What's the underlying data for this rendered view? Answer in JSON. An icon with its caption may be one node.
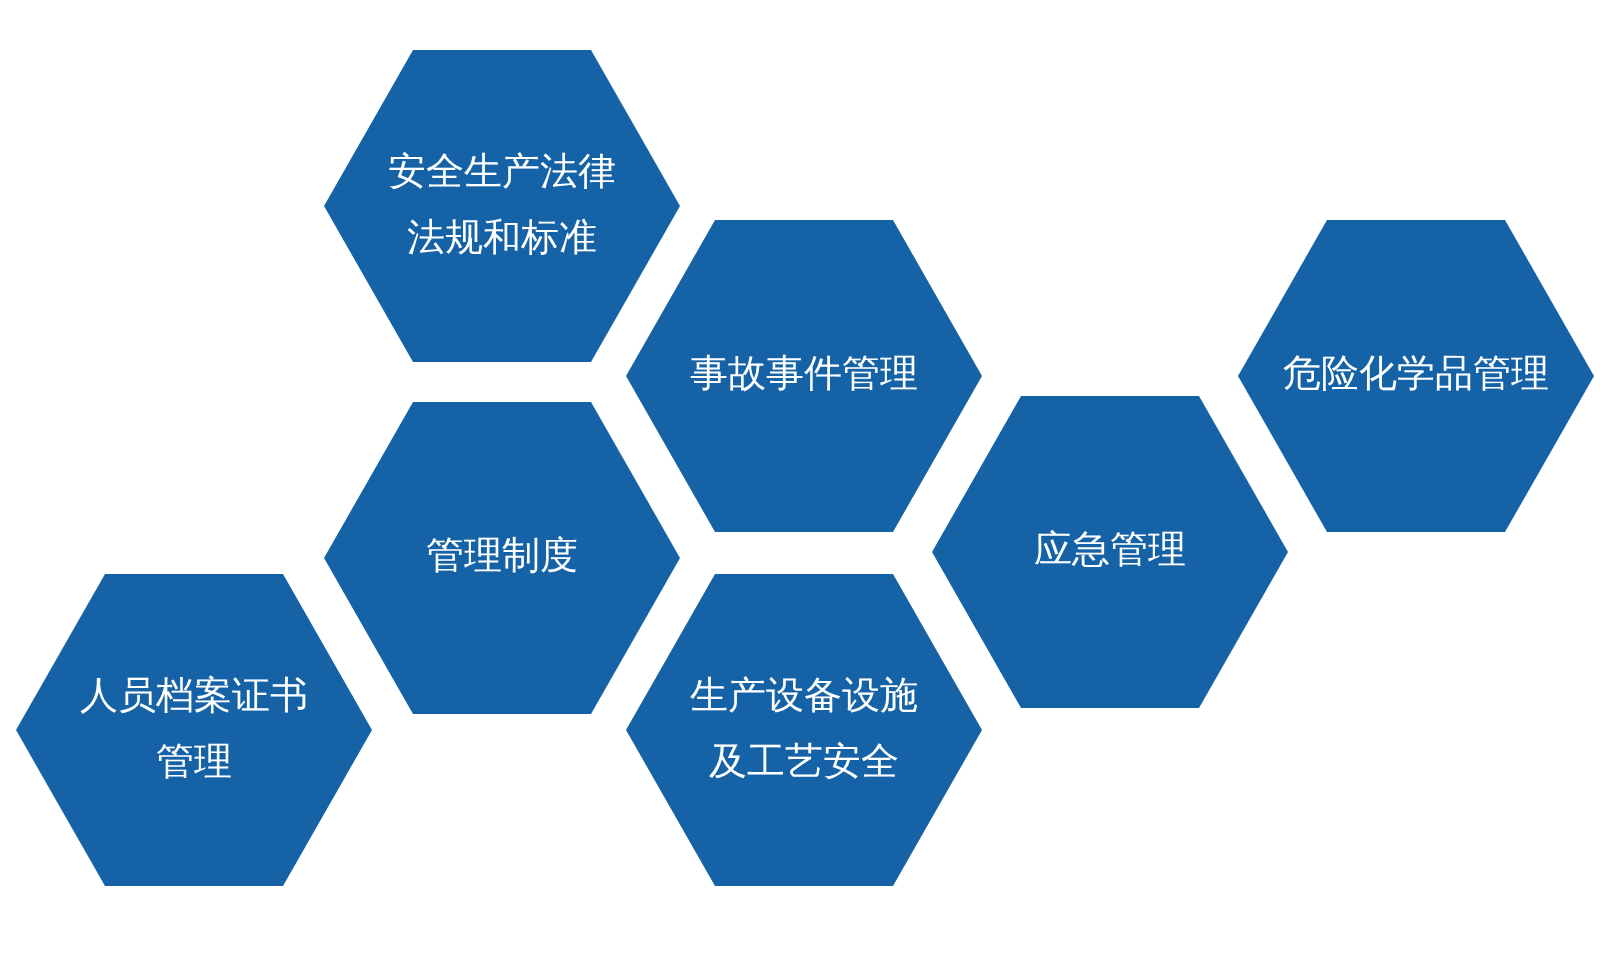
{
  "diagram": {
    "nodes": [
      {
        "text": [
          "安全生产法律法规和标准"
        ]
      },
      {
        "text": [
          "事故事件管理"
        ]
      },
      {
        "text": [
          "危险化学品管理"
        ]
      },
      {
        "text": [
          "管理制度"
        ]
      },
      {
        "text": [
          "应急管理"
        ]
      },
      {
        "text": [
          "人员档案证书管理"
        ]
      },
      {
        "text": [
          "生产设备设施及工艺安全"
        ]
      }
    ]
  }
}
